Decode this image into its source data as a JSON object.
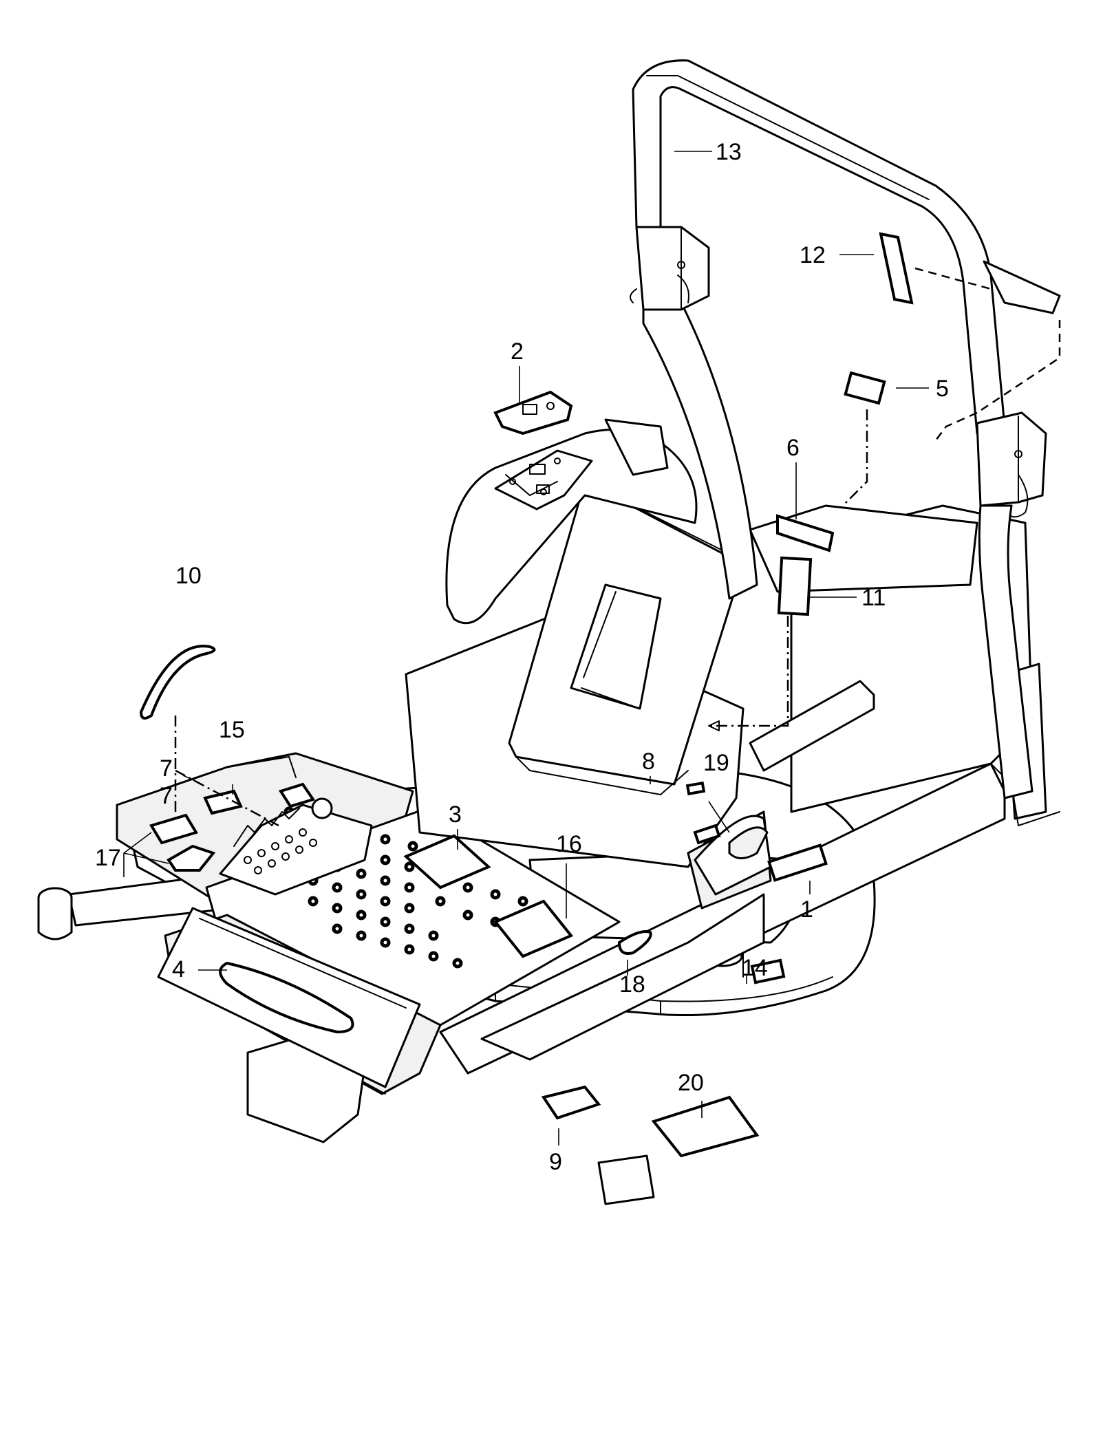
{
  "diagram": {
    "callouts": [
      {
        "id": "1",
        "label": "1"
      },
      {
        "id": "2",
        "label": "2"
      },
      {
        "id": "3",
        "label": "3"
      },
      {
        "id": "4",
        "label": "4"
      },
      {
        "id": "5",
        "label": "5"
      },
      {
        "id": "6",
        "label": "6"
      },
      {
        "id": "7a",
        "label": "7"
      },
      {
        "id": "7b",
        "label": "7"
      },
      {
        "id": "8",
        "label": "8"
      },
      {
        "id": "9",
        "label": "9"
      },
      {
        "id": "10",
        "label": "10"
      },
      {
        "id": "11",
        "label": "11"
      },
      {
        "id": "12",
        "label": "12"
      },
      {
        "id": "13",
        "label": "13"
      },
      {
        "id": "14",
        "label": "14"
      },
      {
        "id": "15",
        "label": "15"
      },
      {
        "id": "16",
        "label": "16"
      },
      {
        "id": "17",
        "label": "17"
      },
      {
        "id": "18",
        "label": "18"
      },
      {
        "id": "19",
        "label": "19"
      },
      {
        "id": "20",
        "label": "20"
      }
    ]
  }
}
